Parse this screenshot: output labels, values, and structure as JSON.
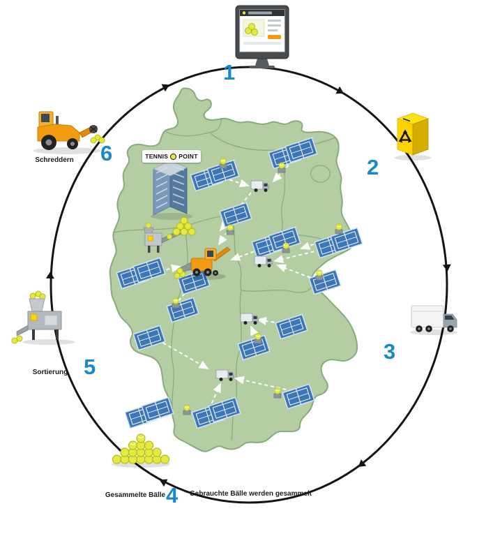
{
  "logo": {
    "left": "TENNIS",
    "right": "POINT"
  },
  "steps": [
    {
      "num": "1",
      "icon": "online-shop-monitor-icon",
      "label": ""
    },
    {
      "num": "2",
      "icon": "recycling-collection-box-icon",
      "label": ""
    },
    {
      "num": "3",
      "icon": "transport-truck-icon",
      "label": ""
    },
    {
      "num": "4",
      "icon": "collected-ball-pile-icon",
      "label": "Gebrauchte Bälle werden gesammelt"
    },
    {
      "num": "5",
      "icon": "sorting-machine-icon",
      "label": "Sortierung"
    },
    {
      "num": "6",
      "icon": "shredder-machine-icon",
      "label": "Schreddern"
    }
  ],
  "captions": {
    "ball_pile": "Gesammelte Bälle"
  },
  "icons": [
    "online-shop-monitor-icon",
    "recycling-collection-box-icon",
    "transport-truck-icon",
    "sorting-machine-icon",
    "shredder-machine-icon",
    "ball-pile-icon",
    "tennis-court-icon",
    "ball-cart-icon",
    "van-icon",
    "harvester-icon",
    "building-icon"
  ],
  "colors": {
    "step_number": "#1a8ac4",
    "cycle_circle": "#141414",
    "map_fill": "#b4cda2",
    "map_border": "#8aaa7e",
    "court_blue": "#3b76ba",
    "ball_yellow": "#e4ea3f",
    "machine_orange": "#f39c12",
    "recycle_yellow": "#ffd400"
  }
}
